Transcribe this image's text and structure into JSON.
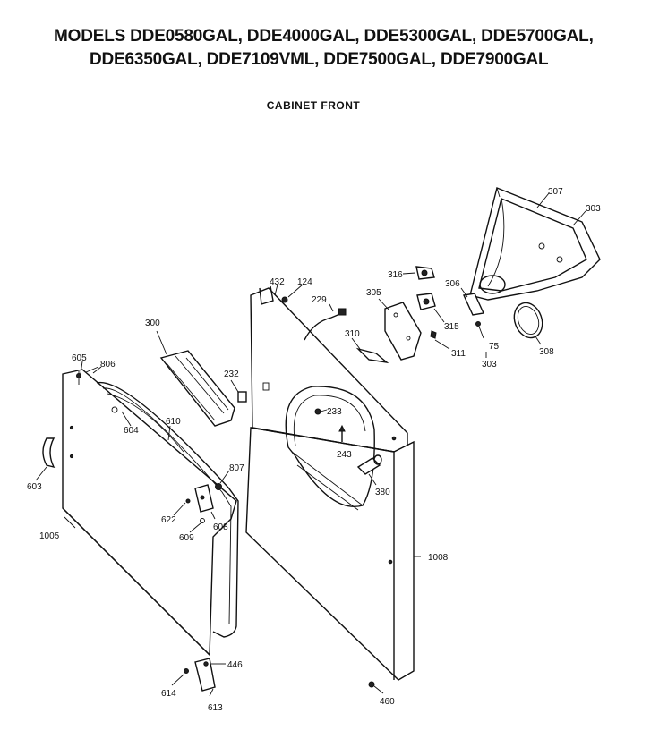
{
  "header": {
    "models_line1": "MODELS DDE0580GAL, DDE4000GAL, DDE5300GAL, DDE5700GAL,",
    "models_line2": "DDE6350GAL, DDE7109VML, DDE7500GAL, DDE7900GAL",
    "section_title": "CABINET FRONT"
  },
  "parts": {
    "p307": "307",
    "p303a": "303",
    "p316": "316",
    "p306": "306",
    "p305": "305",
    "p315": "315",
    "p310": "310",
    "p311": "311",
    "p75": "75",
    "p303b": "303",
    "p308": "308",
    "p432": "432",
    "p124": "124",
    "p229": "229",
    "p300": "300",
    "p232": "232",
    "p233": "233",
    "p243": "243",
    "p380": "380",
    "p1008": "1008",
    "p605": "605",
    "p806": "806",
    "p604": "604",
    "p610": "610",
    "p603": "603",
    "p807": "807",
    "p622": "622",
    "p608": "608",
    "p609": "609",
    "p1005": "1005",
    "p446": "446",
    "p614": "614",
    "p613": "613",
    "p460": "460"
  }
}
